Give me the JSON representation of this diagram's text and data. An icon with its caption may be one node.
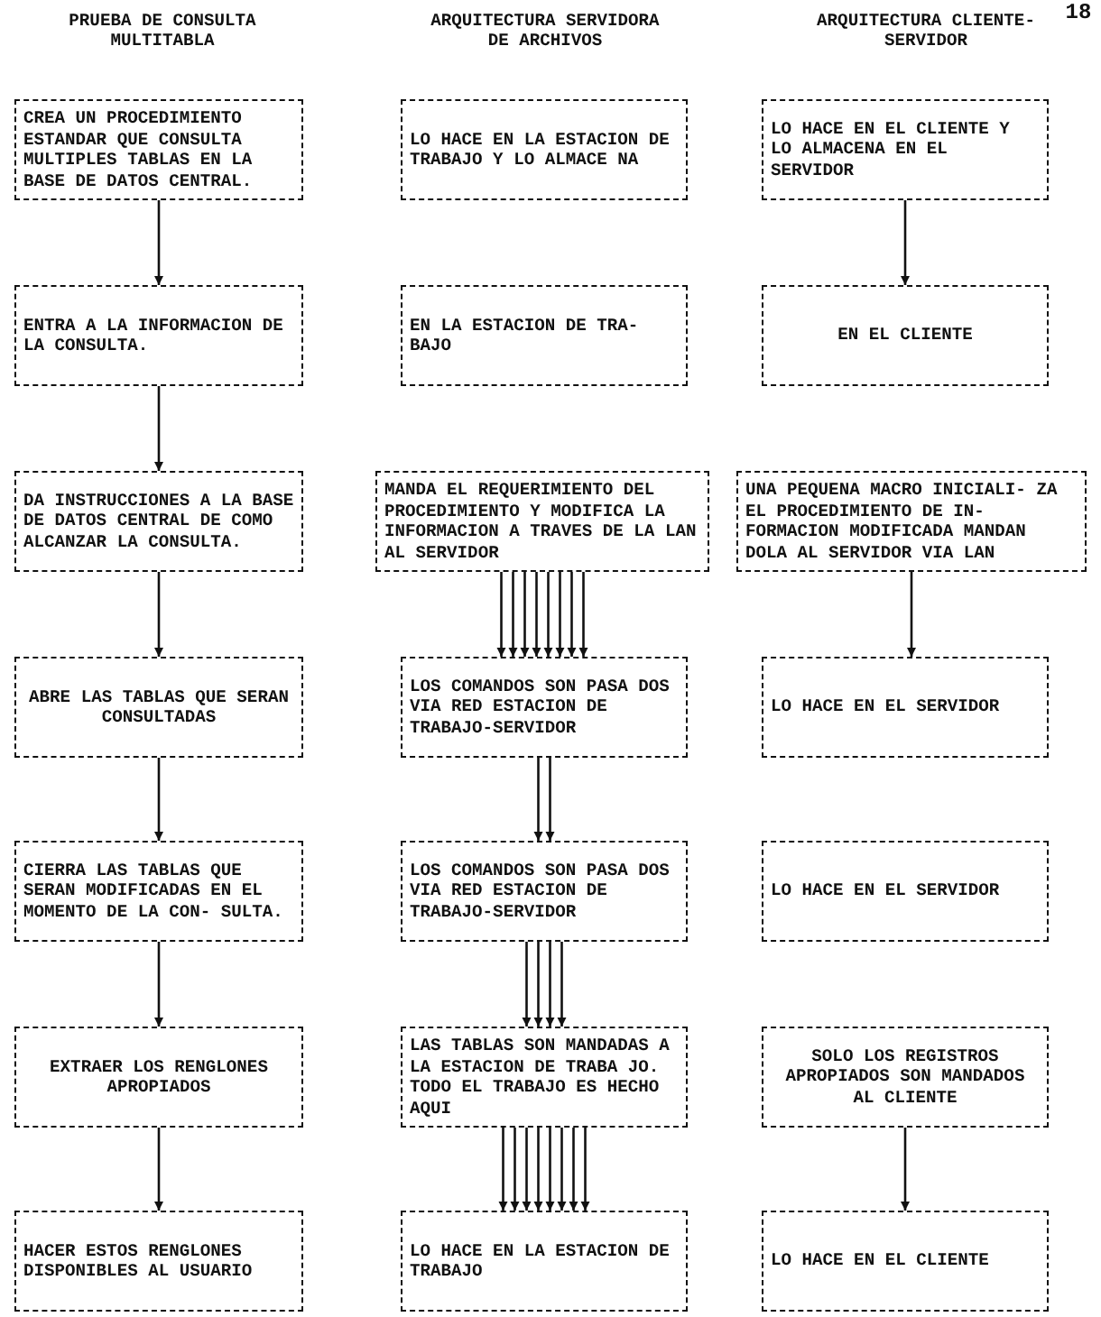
{
  "diagram": {
    "nodes": [
      {
        "text": [
          "CREA UN PROCEDIMIENTO ESTANDAR QUE CONSULTA MULTIPLES TABLAS EN LA BASE DE DATOS CENTRAL."
        ]
      },
      {
        "text": [
          "ENTRA A LA INFORMACION DE LA CONSULTA."
        ]
      },
      {
        "text": [
          "DA INSTRUCCIONES A LA BASE DE DATOS CENTRAL DE COMO ALCANZAR LA CONSULTA."
        ]
      },
      {
        "text": [
          "ABRE LAS TABLAS QUE SERAN CONSULTADAS"
        ]
      },
      {
        "text": [
          "CIERRA LAS TABLAS QUE SERAN MODIFICADAS EN EL MOMENTO DE LA CON- SULTA."
        ]
      },
      {
        "text": [
          "EXTRAER LOS RENGLONES APROPIADOS"
        ]
      },
      {
        "text": [
          "HACER ESTOS RENGLONES DISPONIBLES AL USUARIO"
        ]
      },
      {
        "text": [
          "LO HACE EN LA ESTACION DE TRABAJO Y LO ALMACE NA"
        ]
      },
      {
        "text": [
          "EN LA ESTACION DE TRA- BAJO"
        ]
      },
      {
        "text": [
          "MANDA EL REQUERIMIENTO DEL PROCEDIMIENTO Y MODIFICA LA INFORMACION A TRAVES DE LA LAN AL SERVIDOR"
        ]
      },
      {
        "text": [
          "LOS COMANDOS SON PASA DOS VIA RED ESTACION DE TRABAJO-SERVIDOR"
        ]
      },
      {
        "text": [
          "LOS COMANDOS SON PASA DOS VIA RED ESTACION DE TRABAJO-SERVIDOR"
        ]
      },
      {
        "text": [
          "LAS TABLAS SON MANDADAS A LA ESTACION DE TRABA JO. TODO EL TRABAJO ES HECHO AQUI"
        ]
      },
      {
        "text": [
          "LO HACE EN LA ESTACION DE TRABAJO"
        ]
      },
      {
        "text": [
          "LO HACE EN EL CLIENTE Y LO ALMACENA EN EL SERVIDOR"
        ]
      },
      {
        "text": [
          "EN EL CLIENTE"
        ]
      },
      {
        "text": [
          "UNA PEQUENA MACRO INICIALI- ZA EL PROCEDIMIENTO DE IN- FORMACION MODIFICADA MANDAN DOLA AL SERVIDOR VIA LAN"
        ]
      },
      {
        "text": [
          "LO HACE EN EL SERVIDOR"
        ]
      },
      {
        "text": [
          "LO HACE EN EL SERVIDOR"
        ]
      },
      {
        "text": [
          "SOLO LOS REGISTROS APROPIADOS SON MANDADOS AL CLIENTE"
        ]
      },
      {
        "text": [
          "LO HACE EN EL CLIENTE"
        ]
      }
    ],
    "edges": [
      {
        "from": 0,
        "to": 1,
        "arrow": "to"
      },
      {
        "from": 1,
        "to": 2,
        "arrow": "to"
      },
      {
        "from": 2,
        "to": 3,
        "arrow": "to"
      },
      {
        "from": 3,
        "to": 4,
        "arrow": "to"
      },
      {
        "from": 4,
        "to": 5,
        "arrow": "to"
      },
      {
        "from": 5,
        "to": 6,
        "arrow": "to"
      },
      {
        "from": 9,
        "to": 10,
        "arrow": "to"
      },
      {
        "from": 9,
        "to": 10,
        "arrow": "to"
      },
      {
        "from": 9,
        "to": 10,
        "arrow": "to"
      },
      {
        "from": 9,
        "to": 10,
        "arrow": "to"
      },
      {
        "from": 9,
        "to": 10,
        "arrow": "to"
      },
      {
        "from": 9,
        "to": 10,
        "arrow": "to"
      },
      {
        "from": 9,
        "to": 10,
        "arrow": "to"
      },
      {
        "from": 9,
        "to": 10,
        "arrow": "to"
      },
      {
        "from": 10,
        "to": 11,
        "arrow": "to"
      },
      {
        "from": 10,
        "to": 11,
        "arrow": "to"
      },
      {
        "from": 11,
        "to": 12,
        "arrow": "to"
      },
      {
        "from": 11,
        "to": 12,
        "arrow": "to"
      },
      {
        "from": 11,
        "to": 12,
        "arrow": "to"
      },
      {
        "from": 11,
        "to": 12,
        "arrow": "to"
      },
      {
        "from": 12,
        "to": 13,
        "arrow": "to"
      },
      {
        "from": 12,
        "to": 13,
        "arrow": "to"
      },
      {
        "from": 12,
        "to": 13,
        "arrow": "to"
      },
      {
        "from": 12,
        "to": 13,
        "arrow": "to"
      },
      {
        "from": 12,
        "to": 13,
        "arrow": "to"
      },
      {
        "from": 12,
        "to": 13,
        "arrow": "to"
      },
      {
        "from": 12,
        "to": 13,
        "arrow": "to"
      },
      {
        "from": 12,
        "to": 13,
        "arrow": "to"
      },
      {
        "from": 14,
        "to": 15,
        "arrow": "to"
      },
      {
        "from": 16,
        "to": 17,
        "arrow": "to"
      },
      {
        "from": 19,
        "to": 20,
        "arrow": "to"
      }
    ],
    "labels": [
      "PRUEBA DE CONSULTA MULTITABLA",
      "ARQUITECTURA SERVIDORA DE ARCHIVOS",
      "ARQUITECTURA CLIENTE-SERVIDOR",
      "18"
    ]
  }
}
